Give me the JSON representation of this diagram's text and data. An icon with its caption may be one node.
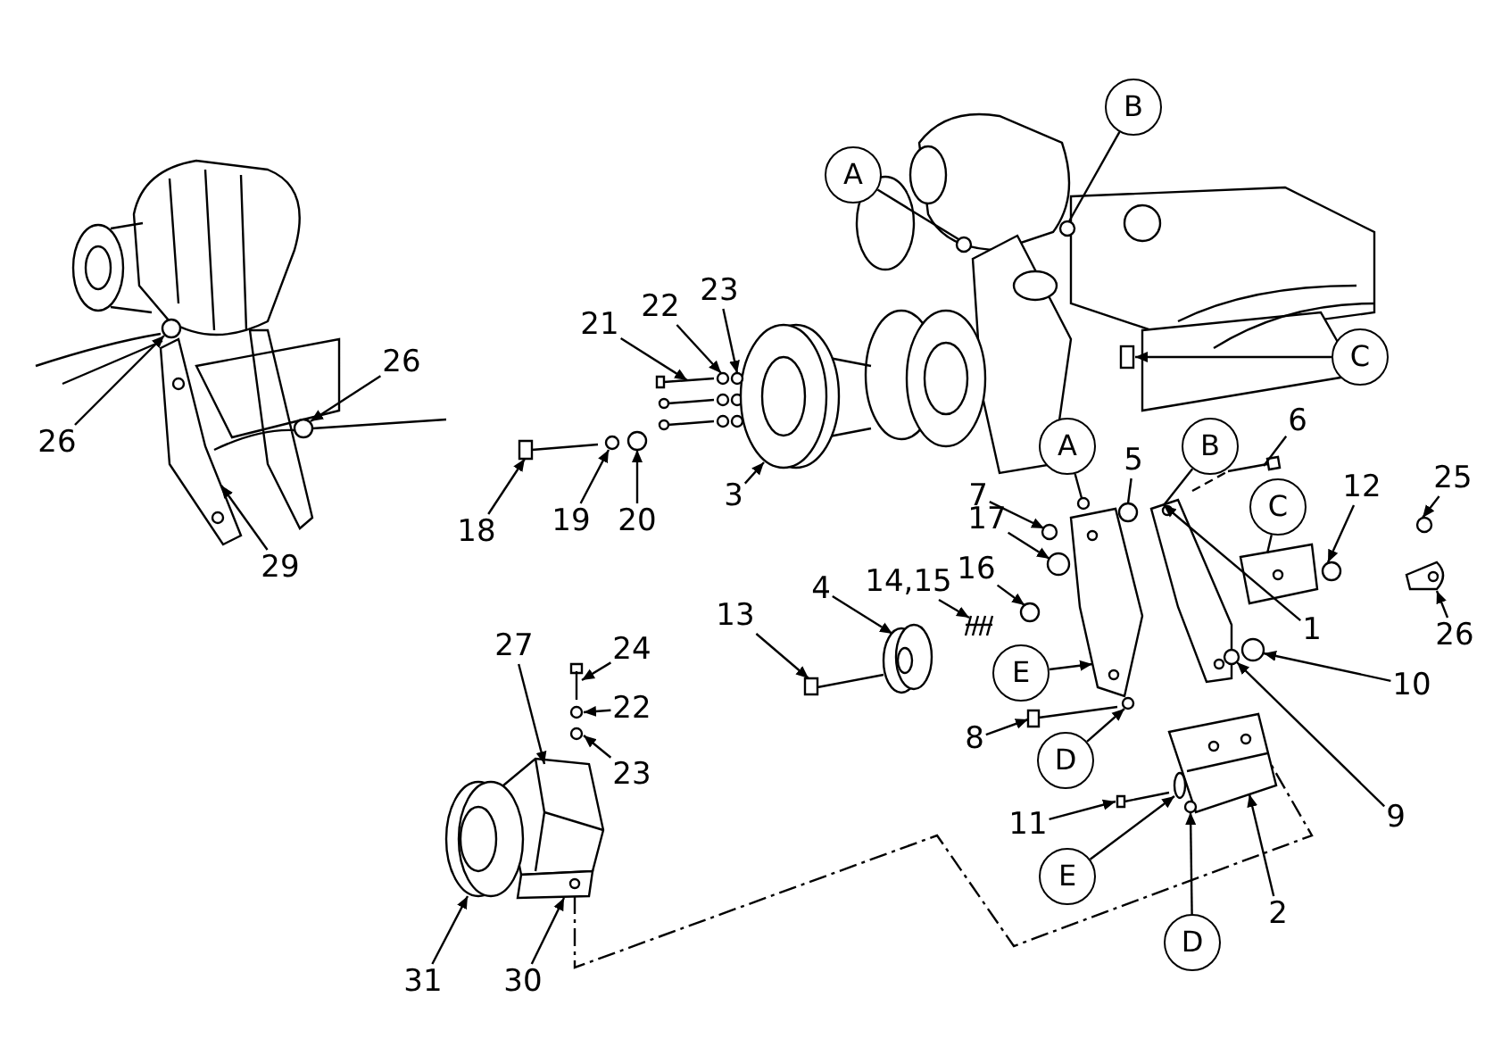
{
  "diagram": {
    "nodes": [
      {
        "text": [
          "A"
        ]
      },
      {
        "text": [
          "B"
        ]
      },
      {
        "text": [
          "C"
        ]
      },
      {
        "text": [
          "26"
        ]
      },
      {
        "text": [
          "26"
        ]
      },
      {
        "text": [
          "29"
        ]
      },
      {
        "text": [
          "21"
        ]
      },
      {
        "text": [
          "22"
        ]
      },
      {
        "text": [
          "23"
        ]
      },
      {
        "text": [
          "18"
        ]
      },
      {
        "text": [
          "19"
        ]
      },
      {
        "text": [
          "20"
        ]
      },
      {
        "text": [
          "3"
        ]
      },
      {
        "text": [
          "A"
        ]
      },
      {
        "text": [
          "5"
        ]
      },
      {
        "text": [
          "B"
        ]
      },
      {
        "text": [
          "6"
        ]
      },
      {
        "text": [
          "7"
        ]
      },
      {
        "text": [
          "17"
        ]
      },
      {
        "text": [
          "C"
        ]
      },
      {
        "text": [
          "12"
        ]
      },
      {
        "text": [
          "25"
        ]
      },
      {
        "text": [
          "26"
        ]
      },
      {
        "text": [
          "13"
        ]
      },
      {
        "text": [
          "4"
        ]
      },
      {
        "text": [
          "14,15"
        ]
      },
      {
        "text": [
          "16"
        ]
      },
      {
        "text": [
          "1"
        ]
      },
      {
        "text": [
          "E"
        ]
      },
      {
        "text": [
          "10"
        ]
      },
      {
        "text": [
          "9"
        ]
      },
      {
        "text": [
          "8"
        ]
      },
      {
        "text": [
          "D"
        ]
      },
      {
        "text": [
          "11"
        ]
      },
      {
        "text": [
          "E"
        ]
      },
      {
        "text": [
          "D"
        ]
      },
      {
        "text": [
          "2"
        ]
      },
      {
        "text": [
          "27"
        ]
      },
      {
        "text": [
          "24"
        ]
      },
      {
        "text": [
          "22"
        ]
      },
      {
        "text": [
          "23"
        ]
      },
      {
        "text": [
          "31"
        ]
      },
      {
        "text": [
          "30"
        ]
      },
      {
        "text": [],
        "shape": "circle"
      },
      {
        "text": [],
        "shape": "circle"
      },
      {
        "text": [],
        "shape": "box"
      },
      {
        "text": [],
        "shape": "circle"
      },
      {
        "text": [],
        "shape": "circle"
      },
      {
        "text": [],
        "shape": "picture"
      },
      {
        "text": [],
        "shape": "picture"
      },
      {
        "text": [],
        "shape": "circle"
      },
      {
        "text": [],
        "shape": "circle"
      },
      {
        "text": [],
        "shape": "picture"
      },
      {
        "text": [],
        "shape": "circle"
      },
      {
        "text": [],
        "shape": "circle"
      },
      {
        "text": [],
        "shape": "picture"
      },
      {
        "text": [],
        "shape": "circle"
      },
      {
        "text": [],
        "shape": "circle"
      },
      {
        "text": [],
        "shape": "picture"
      },
      {
        "text": [],
        "shape": "picture"
      },
      {
        "text": [],
        "shape": "circle"
      },
      {
        "text": [],
        "shape": "circle"
      },
      {
        "text": [],
        "shape": "picture"
      },
      {
        "text": [],
        "shape": "circle"
      },
      {
        "text": [],
        "shape": "circle"
      },
      {
        "text": [],
        "shape": "picture"
      },
      {
        "text": [],
        "shape": "picture"
      },
      {
        "text": [],
        "shape": "picture"
      },
      {
        "text": [],
        "shape": "picture"
      },
      {
        "text": [],
        "shape": "circle"
      },
      {
        "text": [],
        "shape": "picture"
      },
      {
        "text": [],
        "shape": "circle"
      },
      {
        "text": [],
        "shape": "circle"
      },
      {
        "text": [],
        "shape": "picture"
      },
      {
        "text": [],
        "shape": "circle"
      },
      {
        "text": [],
        "shape": "picture"
      },
      {
        "text": [],
        "shape": "ellipse"
      },
      {
        "text": [],
        "shape": "circle"
      },
      {
        "text": [],
        "shape": "picture"
      },
      {
        "text": [],
        "shape": "picture"
      },
      {
        "text": [],
        "shape": "picture"
      },
      {
        "text": [],
        "shape": "circle"
      },
      {
        "text": [],
        "shape": "circle"
      },
      {
        "text": [],
        "shape": "picture"
      },
      {
        "text": [],
        "shape": "picture"
      }
    ],
    "edges": [
      {
        "from": 0,
        "to": 43,
        "arrow": "none"
      },
      {
        "from": 1,
        "to": 44,
        "arrow": "none"
      },
      {
        "from": 2,
        "to": 45,
        "arrow": "to"
      },
      {
        "from": 3,
        "to": 46,
        "arrow": "to"
      },
      {
        "from": 4,
        "to": 47,
        "arrow": "to"
      },
      {
        "from": 5,
        "to": 48,
        "arrow": "to"
      },
      {
        "from": 6,
        "to": 49,
        "arrow": "to"
      },
      {
        "from": 7,
        "to": 50,
        "arrow": "to"
      },
      {
        "from": 8,
        "to": 51,
        "arrow": "to"
      },
      {
        "from": 9,
        "to": 52,
        "arrow": "to"
      },
      {
        "from": 10,
        "to": 53,
        "arrow": "to"
      },
      {
        "from": 11,
        "to": 54,
        "arrow": "to"
      },
      {
        "from": 12,
        "to": 55,
        "arrow": "to"
      },
      {
        "from": 13,
        "to": 56,
        "arrow": "none"
      },
      {
        "from": 14,
        "to": 57,
        "arrow": "none"
      },
      {
        "from": 15,
        "to": 58,
        "arrow": "none"
      },
      {
        "from": 16,
        "to": 59,
        "arrow": "none"
      },
      {
        "from": 17,
        "to": 60,
        "arrow": "to"
      },
      {
        "from": 18,
        "to": 61,
        "arrow": "to"
      },
      {
        "from": 19,
        "to": 62,
        "arrow": "none"
      },
      {
        "from": 20,
        "to": 63,
        "arrow": "to"
      },
      {
        "from": 21,
        "to": 64,
        "arrow": "to"
      },
      {
        "from": 22,
        "to": 65,
        "arrow": "to"
      },
      {
        "from": 23,
        "to": 66,
        "arrow": "to"
      },
      {
        "from": 24,
        "to": 67,
        "arrow": "to"
      },
      {
        "from": 25,
        "to": 68,
        "arrow": "to"
      },
      {
        "from": 26,
        "to": 69,
        "arrow": "to"
      },
      {
        "from": 27,
        "to": 58,
        "arrow": "to"
      },
      {
        "from": 28,
        "to": 70,
        "arrow": "to"
      },
      {
        "from": 29,
        "to": 71,
        "arrow": "to"
      },
      {
        "from": 30,
        "to": 72,
        "arrow": "to"
      },
      {
        "from": 31,
        "to": 73,
        "arrow": "to"
      },
      {
        "from": 32,
        "to": 74,
        "arrow": "to"
      },
      {
        "from": 33,
        "to": 75,
        "arrow": "to"
      },
      {
        "from": 34,
        "to": 76,
        "arrow": "to"
      },
      {
        "from": 35,
        "to": 77,
        "arrow": "to"
      },
      {
        "from": 36,
        "to": 78,
        "arrow": "to"
      },
      {
        "from": 37,
        "to": 79,
        "arrow": "to"
      },
      {
        "from": 38,
        "to": 80,
        "arrow": "to"
      },
      {
        "from": 39,
        "to": 81,
        "arrow": "to"
      },
      {
        "from": 40,
        "to": 82,
        "arrow": "to"
      },
      {
        "from": 41,
        "to": 83,
        "arrow": "to"
      },
      {
        "from": 42,
        "to": 84,
        "arrow": "to"
      },
      {
        "from": 84,
        "to": 78,
        "arrow": "none",
        "style": "dashed"
      }
    ]
  }
}
